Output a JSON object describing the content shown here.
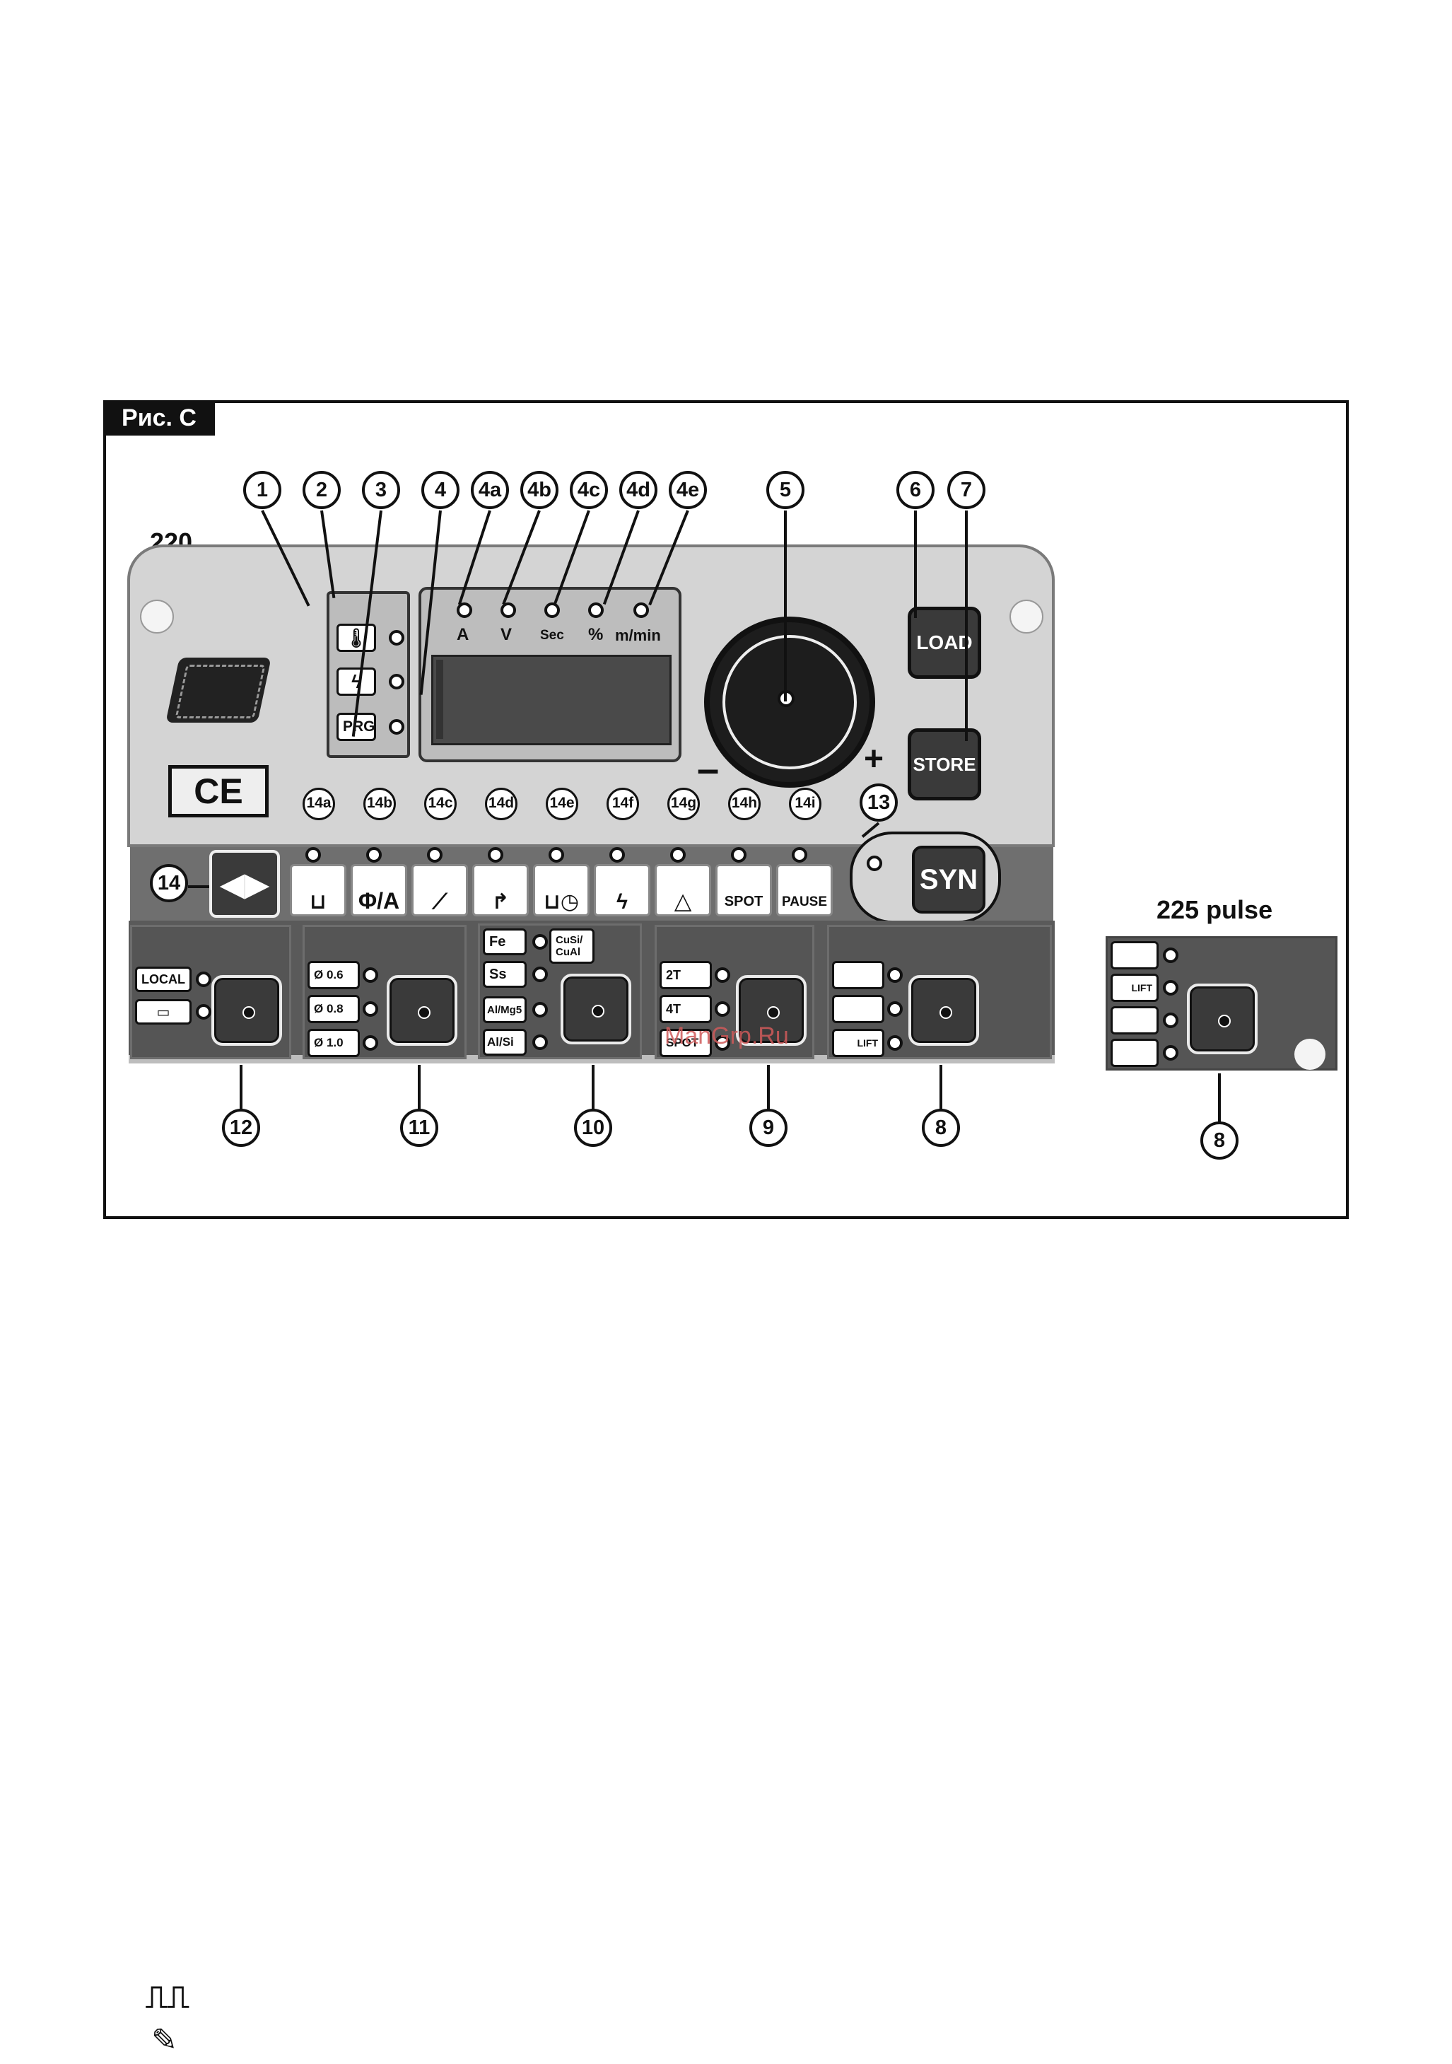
{
  "figure": {
    "tag": "Рис. С",
    "model_main": "220",
    "model_alt": "225 pulse"
  },
  "callouts_top": [
    "1",
    "2",
    "3",
    "4",
    "4a",
    "4b",
    "4c",
    "4d",
    "4e",
    "5",
    "6",
    "7"
  ],
  "callouts_mode": [
    "14a",
    "14b",
    "14c",
    "14d",
    "14e",
    "14f",
    "14g",
    "14h",
    "14i"
  ],
  "callout_13": "13",
  "callout_14": "14",
  "callouts_bottom": [
    "12",
    "11",
    "10",
    "9",
    "8"
  ],
  "callout_alt": "8",
  "status_panel": {
    "prg_label": "PRG"
  },
  "display": {
    "units": [
      "A",
      "V",
      "Sec",
      "%",
      "m/min"
    ]
  },
  "knob": {
    "minus": "–",
    "plus": "+"
  },
  "buttons": {
    "load": "LOAD",
    "store": "STORE",
    "syn": "SYN"
  },
  "marks": {
    "ce": "CE"
  },
  "mode_tiles": [
    "",
    "",
    "",
    "",
    "",
    "",
    "",
    "SPOT",
    "PAUSE"
  ],
  "group12": [
    "LOCAL",
    ""
  ],
  "group11": [
    "Ø 0.6",
    "Ø 0.8",
    "Ø 1.0"
  ],
  "group10": {
    "left": [
      "Fe",
      "Ss",
      "Al/Mg5",
      "Al/Si"
    ],
    "right": "CuSi/ CuAl"
  },
  "group9": [
    "2T",
    "4T",
    "SPOT"
  ],
  "group8": [
    "",
    "",
    "LIFT"
  ],
  "group8_alt": [
    "",
    "LIFT",
    "",
    ""
  ],
  "watermark": "ManGrp.Ru",
  "icons": {
    "status_1": "thermometer-icon",
    "status_2": "lightning-icon",
    "mode_14a": "wire-feed-icon",
    "mode_14b": "diameter-current-icon",
    "mode_14c": "slope-icon",
    "mode_14d": "motor-curve-icon",
    "mode_14e": "timer-icon",
    "mode_14f": "burnback-icon",
    "mode_14g": "inductance-icon",
    "selector": "left-right-arrows-icon",
    "footer_1": "pulse-wave-icon",
    "footer_2": "torch-icon"
  },
  "colors": {
    "panel": "#d4d4d4",
    "strip": "#6f6f6f",
    "dark": "#3a3a3a",
    "frame": "#111111"
  }
}
